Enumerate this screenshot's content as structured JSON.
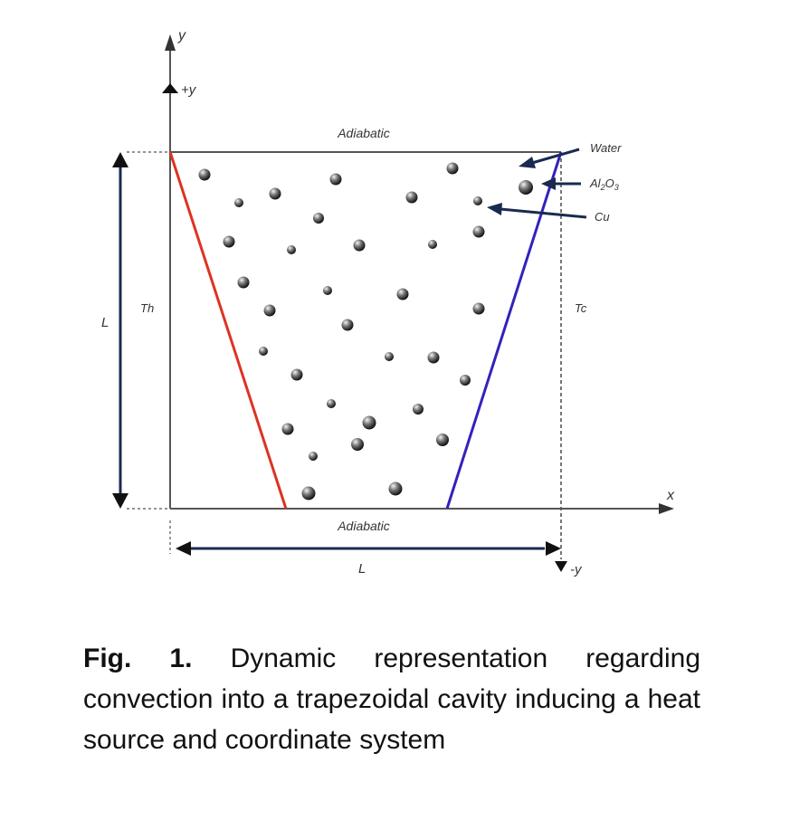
{
  "diagram": {
    "y_axis_label": "y",
    "plus_y_label": "+y",
    "x_axis_label": "x",
    "minus_y_label": "-y",
    "top_wall_label": "Adiabatic",
    "bottom_wall_label": "Adiabatic",
    "hot_wall_label": "Th",
    "cold_wall_label": "Tc",
    "height_label": "L",
    "width_label": "L",
    "legend": [
      {
        "name": "Water",
        "label": "Water"
      },
      {
        "name": "Al2O3",
        "label": "Al",
        "sub": "2",
        "label2": "O",
        "sub2": "3"
      },
      {
        "name": "Cu",
        "label": "Cu"
      }
    ],
    "colors": {
      "hot_wall": "#dd3322",
      "cold_wall": "#3322bb",
      "frame": "#555555",
      "arrow": "#1a2a50"
    }
  },
  "caption": {
    "label": "Fig. 1.",
    "text": "Dynamic representation regarding convection into a trapezoidal cavity inducing a heat source and coordinate system"
  }
}
